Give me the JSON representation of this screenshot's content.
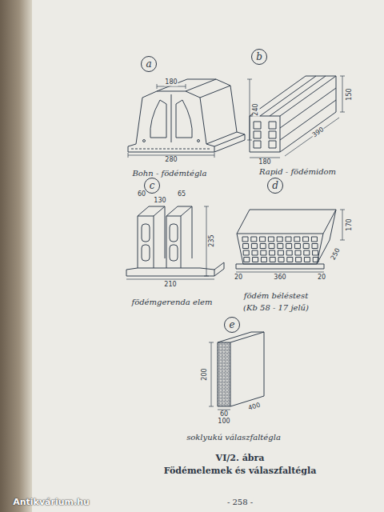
{
  "diagram": {
    "title": "VI/2. ábra",
    "caption": "Födémelemek és válaszfaltégla",
    "nodes": [
      {
        "text": [
          "a"
        ]
      },
      {
        "text": [
          "b"
        ]
      },
      {
        "text": [
          "c"
        ]
      },
      {
        "text": [
          "d"
        ]
      },
      {
        "text": [
          "e"
        ]
      }
    ],
    "labels": [
      "180",
      "240",
      "280",
      "Bohn - födémtégla",
      "150",
      "390",
      "180",
      "Rapid - födémidom",
      "60",
      "130",
      "65",
      "235",
      "210",
      "födémgerenda elem",
      "170",
      "250",
      "20",
      "360",
      "20",
      "födém béléstest",
      "(Kb 58 - 17 jelű)",
      "200",
      "400",
      "60",
      "100",
      "soklyukú válaszfaltégla",
      "- 258 -",
      "Antikvárium.hu"
    ]
  }
}
